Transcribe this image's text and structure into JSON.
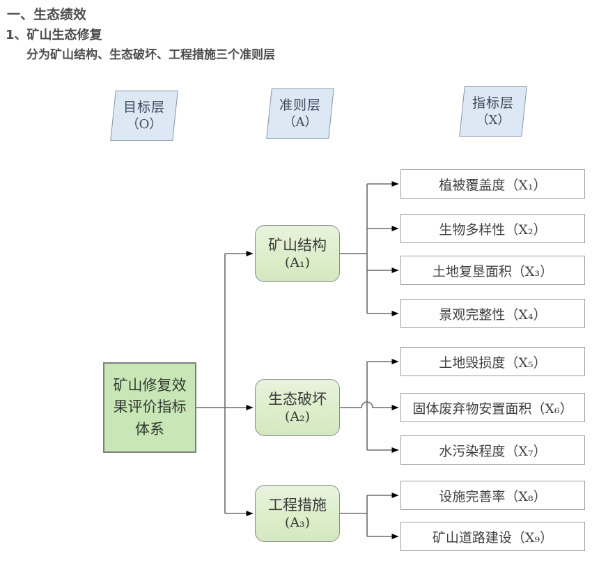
{
  "page": {
    "headings": {
      "h1": "一、生态绩效",
      "h2": "1、矿山生态修复",
      "h3": "分为矿山结构、生态破坏、工程措施三个准则层"
    }
  },
  "diagram": {
    "layers": [
      {
        "name": "目标层",
        "code": "（O）"
      },
      {
        "name": "准则层",
        "code": "（A）"
      },
      {
        "name": "指标层",
        "code": "（X）"
      }
    ],
    "goal": {
      "label": "矿山修复效果评价指标体系"
    },
    "criteria": [
      {
        "label": "矿山结构",
        "code": "(A₁)",
        "indicators": [
          "X₁",
          "X₂",
          "X₃",
          "X₄"
        ]
      },
      {
        "label": "生态破坏",
        "code": "(A₂)",
        "indicators": [
          "X₅",
          "X₆",
          "X₇"
        ]
      },
      {
        "label": "工程措施",
        "code": "(A₃)",
        "indicators": [
          "X₈",
          "X₉"
        ]
      }
    ],
    "indicators": [
      {
        "label": "植被覆盖度（X₁）"
      },
      {
        "label": "生物多样性（X₂）"
      },
      {
        "label": "土地复垦面积（X₃）"
      },
      {
        "label": "景观完整性（X₄）"
      },
      {
        "label": "土地毁损度（X₅）"
      },
      {
        "label": "固体废弃物安置面积（X₆）"
      },
      {
        "label": "水污染程度（X₇）"
      },
      {
        "label": "设施完善率（X₈）"
      },
      {
        "label": "矿山道路建设（X₉）"
      }
    ],
    "colors": {
      "layer_fill": "#dce8f4",
      "layer_border": "#8795a9",
      "goal_fill": "#c9e6b6",
      "goal_border": "#7f7f7f",
      "criteria_fill": "#ddeecb",
      "criteria_border": "#8c8c8c",
      "indicator_fill": "#ffffff",
      "indicator_border": "#9e9e9e",
      "line": "#6b6b6b",
      "arrow": "#000000",
      "heading_text": "#4c4c4c"
    }
  }
}
